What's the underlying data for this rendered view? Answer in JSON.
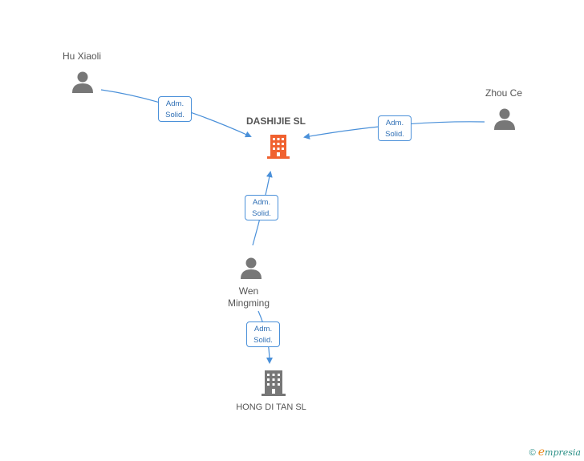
{
  "nodes": {
    "dashijie": {
      "name": "DASHIJIE SL",
      "color": "#f0612f"
    },
    "hongditan": {
      "name": "HONG DI TAN SL",
      "color": "#777777"
    },
    "hu": {
      "name": "Hu Xiaoli"
    },
    "zhou": {
      "name": "Zhou Ce"
    },
    "wen": {
      "name_line1": "Wen",
      "name_line2": "Mingming"
    }
  },
  "edges": {
    "hu_dashijie": {
      "line1": "Adm.",
      "line2": "Solid."
    },
    "zhou_dashijie": {
      "line1": "Adm.",
      "line2": "Solid."
    },
    "wen_dashijie": {
      "line1": "Adm.",
      "line2": "Solid."
    },
    "wen_hongditan": {
      "line1": "Adm.",
      "line2": "Solid."
    }
  },
  "footer": {
    "copyright": "©",
    "brand_initial": "e",
    "brand_rest": "mpresia"
  },
  "colors": {
    "edge": "#4a90d9",
    "person": "#777777",
    "accent": "#f0612f"
  }
}
